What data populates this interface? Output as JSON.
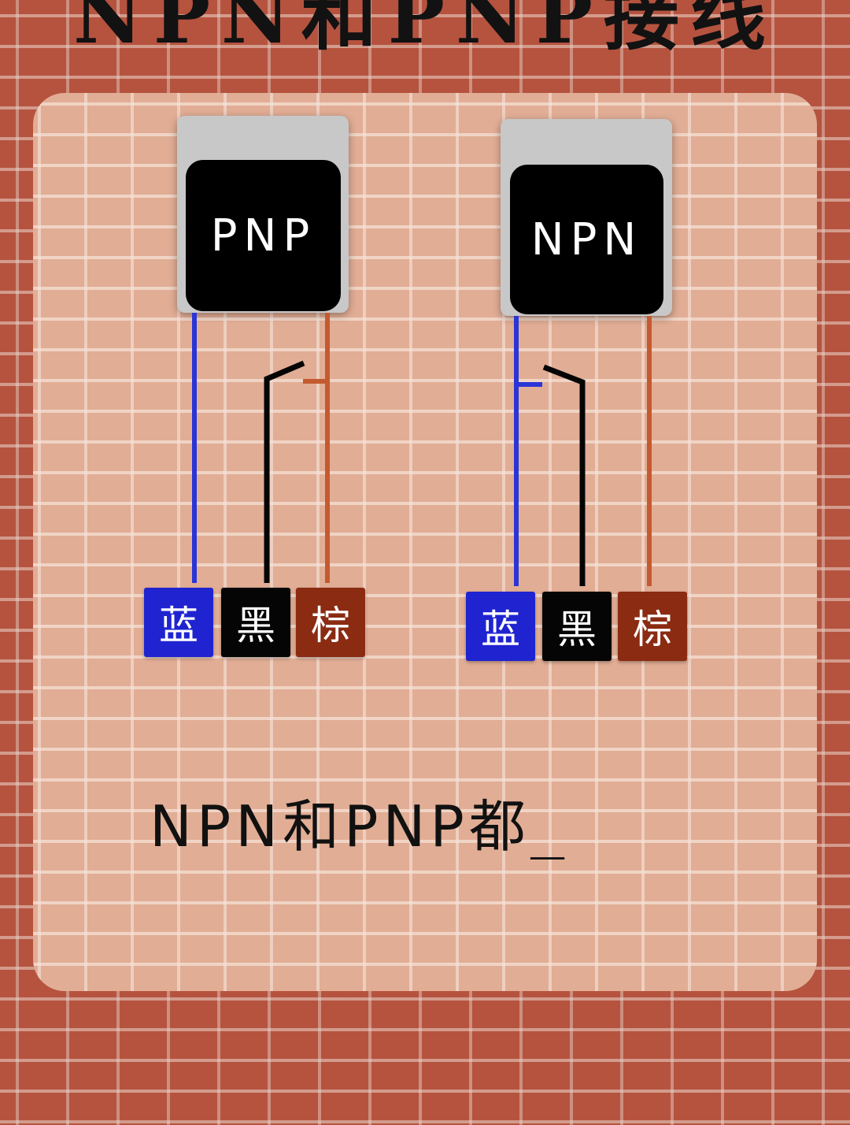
{
  "title": "NPN和PNP接线",
  "sensors": {
    "left": {
      "label": "PNP"
    },
    "right": {
      "label": "NPN"
    }
  },
  "terminals": {
    "blue": "蓝",
    "black": "黑",
    "brown": "棕"
  },
  "caption": "NPN和PNP都",
  "cursor": "_",
  "colors": {
    "wire_blue": "#2a35d6",
    "wire_black": "#050505",
    "wire_brown": "#c45a2f",
    "terminal_blue": "#1f24d0",
    "terminal_black": "#050505",
    "terminal_brown": "#8a2b12"
  }
}
